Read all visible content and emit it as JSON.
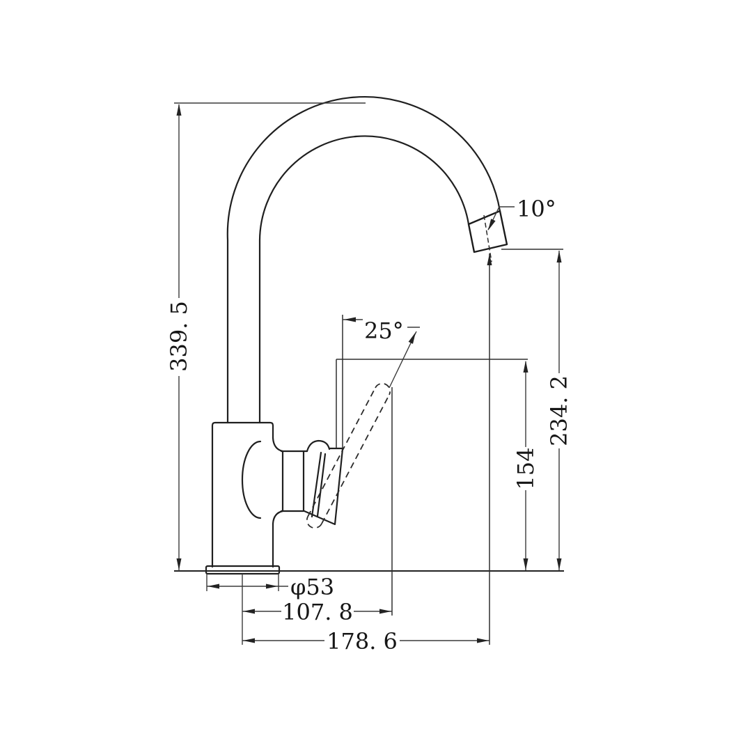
{
  "page": {
    "background": "#ffffff",
    "line_color": "#1f1f1f",
    "drawing_type": "technical dimension drawing",
    "subject": "gooseneck kitchen mixer tap, side elevation"
  },
  "dimensions": {
    "overall_height": "339. 5",
    "outlet_height": "234. 2",
    "body_clearance_height": "154",
    "base_diameter": "φ53",
    "handle_reach": "107. 8",
    "spout_reach": "178. 6",
    "outlet_angle": "10°",
    "handle_angle": "25°"
  }
}
